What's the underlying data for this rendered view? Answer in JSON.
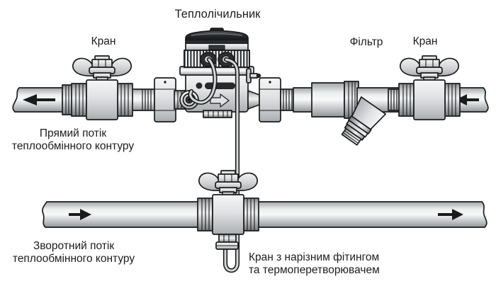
{
  "page": {
    "background": "#ffffff",
    "kind": "heat-meter installation diagram"
  },
  "colors": {
    "outline": "#1b1b1b",
    "text": "#1d1d1d",
    "metal_light": "#f5f6f6",
    "metal_mid": "#c9ccce",
    "metal_dark": "#8f9396",
    "cap_dark": "#1f2326",
    "cable_fill": "#d6d9db"
  },
  "labels": {
    "heat_meter": "Теплолічильник",
    "valve_left": "Кран",
    "filter": "Фільтр",
    "valve_right": "Кран",
    "supply_flow": [
      "Прямий потік",
      "теплообмінного контуру"
    ],
    "return_flow": [
      "Зворотний потік",
      "теплообмінного контуру"
    ],
    "sensor_valve": [
      "Кран з нарізним фітингом",
      "та термоперетворювачем"
    ]
  },
  "icons": {
    "flow_arrow_left": "←",
    "flow_arrow_right": "→",
    "wing_valve_handle": "wing-nut handle",
    "y_strainer": "diagonal strainer branch"
  },
  "flow": {
    "supply_direction": "right-to-left",
    "return_direction": "left-to-right"
  }
}
